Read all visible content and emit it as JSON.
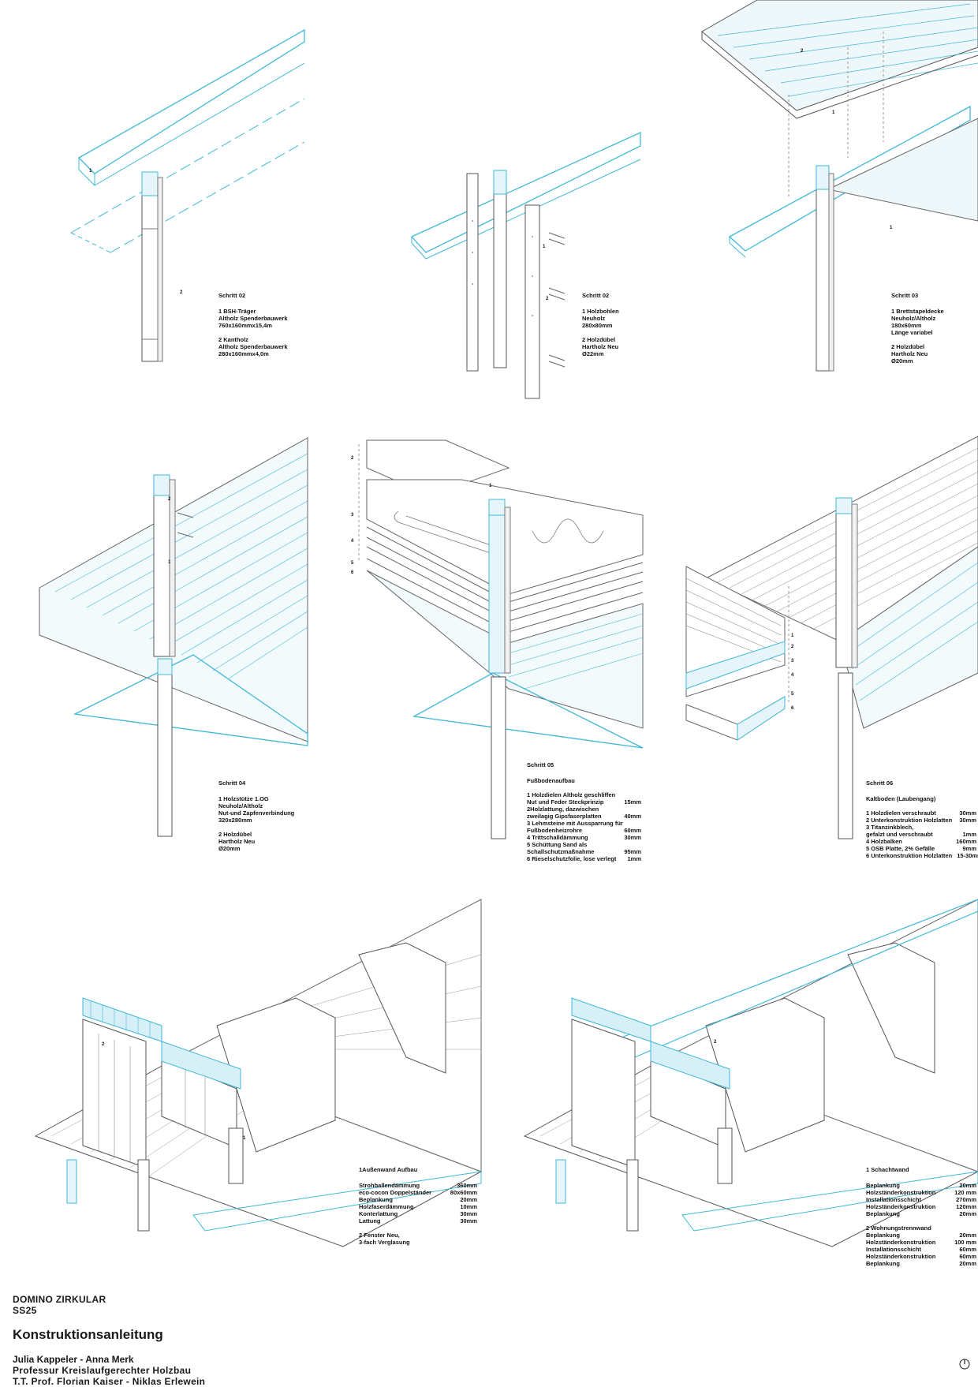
{
  "colors": {
    "accent": "#3fb8d8",
    "line": "#444444",
    "light": "#9a9a9a"
  },
  "steps": [
    {
      "title": "Schritt 02",
      "items": [
        "1 BSH-Träger",
        "Altholz Spenderbauwerk",
        "760x160mmx15,4m",
        "",
        "2 Kantholz",
        "Altholz Spenderbauwerk",
        "280x160mmx4,0m"
      ]
    },
    {
      "title": "Schritt 02",
      "items": [
        "1 Holzbohlen",
        "Neuholz",
        "280x80mm",
        "",
        "2 Holzdübel",
        "Hartholz Neu",
        "Ø22mm"
      ]
    },
    {
      "title": "Schritt 03",
      "items": [
        "1 Brettstapeldecke",
        "Neuholz/Altholz",
        "180x60mm",
        "Länge variabel",
        "",
        "2 Holzdübel",
        "Hartholz Neu",
        "Ø20mm"
      ]
    },
    {
      "title": "Schritt 04",
      "items": [
        "1 Holzstütze 1.OG",
        "Neuholz/Altholz",
        "Nut-und Zapfenverbindung",
        "320x280mm",
        "",
        "2 Holzdübel",
        "Hartholz Neu",
        "Ø20mm"
      ]
    },
    {
      "title": "Schritt 05",
      "subtitle": "Fußbodenaufbau",
      "rows": [
        [
          "1 Holzdielen Altholz geschliffen",
          ""
        ],
        [
          "Nut und Feder Steckprinzip",
          "15mm"
        ],
        [
          "2Holzlattung, dazwischen",
          ""
        ],
        [
          "zweilagig Gipsfaserplatten",
          "40mm"
        ],
        [
          "3 Lehmsteine mit Aussparrung für",
          ""
        ],
        [
          "Fußbodenheizrohre",
          "60mm"
        ],
        [
          "4 Trittschalldämmung",
          "30mm"
        ],
        [
          "5 Schüttung Sand als",
          ""
        ],
        [
          "Schallschutzmaßnahme",
          "95mm"
        ],
        [
          "6 Rieselschutzfolie, lose verlegt",
          "1mm"
        ]
      ]
    },
    {
      "title": "Schritt 06",
      "subtitle": "Kaltboden (Laubengang)",
      "rows": [
        [
          "1 Holzdielen verschraubt",
          "30mm"
        ],
        [
          "2 Unterkonstruktion Holzlatten",
          "30mm"
        ],
        [
          "3 Titanzinkblech,",
          ""
        ],
        [
          "gefalzt und verschraubt",
          "1mm"
        ],
        [
          "4 Holzbalken",
          "160mm"
        ],
        [
          "5 OSB Platte, 2% Gefälle",
          "9mm"
        ],
        [
          "6 Unterkonstruktion Holzlatten",
          "15-30mm"
        ]
      ]
    },
    {
      "title": "1Außenwand Aufbau",
      "rows": [
        [
          "Strohballendämmung",
          "360mm"
        ],
        [
          "eco-cocon Doppelständer",
          "80x60mm"
        ],
        [
          "Beplankung",
          "20mm"
        ],
        [
          "Holzfaserdämmung",
          "10mm"
        ],
        [
          "Konterlattung",
          "30mm"
        ],
        [
          "Lattung",
          "30mm"
        ]
      ],
      "after": [
        "2 Fenster Neu,",
        "3-fach Verglasung"
      ]
    },
    {
      "title": "1 Schachtwand",
      "rows": [
        [
          "Beplankung",
          "20mm"
        ],
        [
          "Holzständerkonstruktion",
          "120 mm"
        ],
        [
          "Installationsschicht",
          "270mm"
        ],
        [
          "Holzständerkonstruktion",
          "120mm"
        ],
        [
          "Beplankung",
          "20mm"
        ]
      ],
      "title2": "2 Wohnungstrennwand",
      "rows2": [
        [
          "Beplankung",
          "20mm"
        ],
        [
          "Holzständerkonstruktion",
          "100 mm"
        ],
        [
          "Installationsschicht",
          "60mm"
        ],
        [
          "Holzständerkonstruktion",
          "60mm"
        ],
        [
          "Beplankung",
          "20mm"
        ]
      ]
    }
  ],
  "footer": {
    "project": "DOMINO ZIRKULAR",
    "term": "SS25",
    "title": "Konstruktionsanleitung",
    "authors": "Julia Kappeler - Anna Merk",
    "chair": "Professur Kreislaufgerechter Holzbau",
    "profs": "T.T. Prof. Florian Kaiser - Niklas Erlewein"
  },
  "marks": {
    "p1": [
      "1",
      "2"
    ],
    "p2": [
      "1",
      "2"
    ],
    "p3": [
      "2",
      "1",
      "1"
    ],
    "p4": [
      "2",
      "1"
    ],
    "p5": [
      "2",
      "1",
      "3",
      "4",
      "5",
      "6"
    ],
    "p6": [
      "1",
      "2",
      "3",
      "4",
      "5",
      "6"
    ],
    "p7": [
      "2",
      "1"
    ],
    "p8": [
      "2"
    ]
  }
}
